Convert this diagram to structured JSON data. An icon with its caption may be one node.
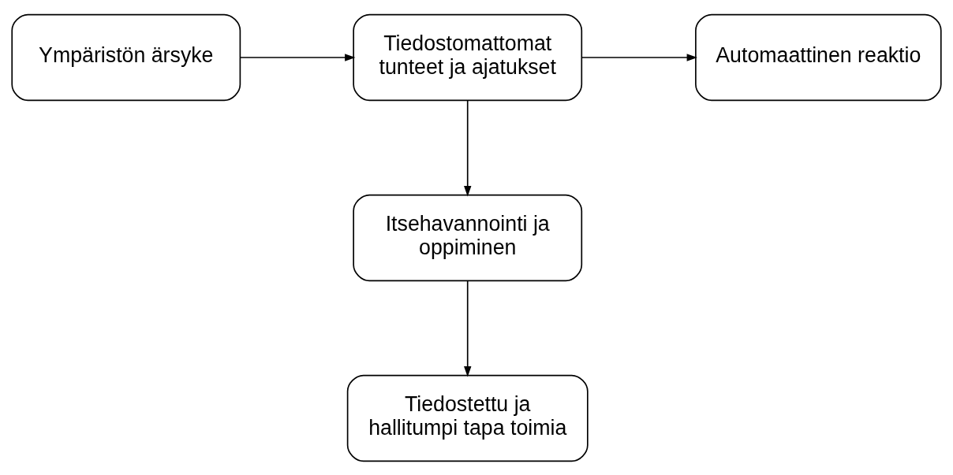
{
  "diagram": {
    "nodes": [
      {
        "text": [
          "Ympäristön ärsyke"
        ]
      },
      {
        "text": [
          "Tiedostomattomat tunteet ja ajatukset"
        ]
      },
      {
        "text": [
          "Automaattinen reaktio"
        ]
      },
      {
        "text": [
          "Itsehavannointi ja oppiminen"
        ]
      },
      {
        "text": [
          "Tiedostettu ja hallitumpi tapa toimia"
        ]
      }
    ],
    "edges": [
      {
        "from": 0,
        "to": 1,
        "arrow": "to"
      },
      {
        "from": 1,
        "to": 2,
        "arrow": "to"
      },
      {
        "from": 1,
        "to": 3,
        "arrow": "to"
      },
      {
        "from": 3,
        "to": 4,
        "arrow": "to"
      }
    ]
  }
}
